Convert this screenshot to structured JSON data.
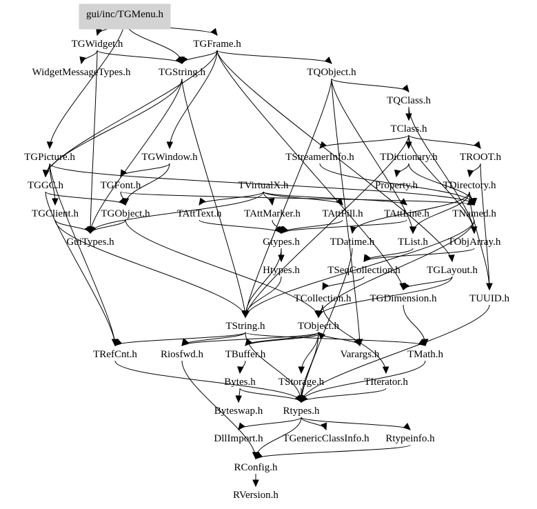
{
  "diagram": {
    "type": "include-dependency-graph",
    "root": "gui/inc/TGMenu.h",
    "root_fill": "#d3d3d3",
    "nodes": [
      {
        "id": "TGMenu",
        "label": "gui/inc/TGMenu.h"
      },
      {
        "id": "TGWidget",
        "label": "TGWidget.h"
      },
      {
        "id": "TGFrame",
        "label": "TGFrame.h"
      },
      {
        "id": "WidgetMessageTypes",
        "label": "WidgetMessageTypes.h"
      },
      {
        "id": "TGString",
        "label": "TGString.h"
      },
      {
        "id": "TQObject",
        "label": "TQObject.h"
      },
      {
        "id": "TQClass",
        "label": "TQClass.h"
      },
      {
        "id": "TClass",
        "label": "TClass.h"
      },
      {
        "id": "TGPicture",
        "label": "TGPicture.h"
      },
      {
        "id": "TGWindow",
        "label": "TGWindow.h"
      },
      {
        "id": "TStreamerInfo",
        "label": "TStreamerInfo.h"
      },
      {
        "id": "TDictionary",
        "label": "TDictionary.h"
      },
      {
        "id": "TROOT",
        "label": "TROOT.h"
      },
      {
        "id": "TGGC",
        "label": "TGGC.h"
      },
      {
        "id": "TGFont",
        "label": "TGFont.h"
      },
      {
        "id": "TVirtualX",
        "label": "TVirtualX.h"
      },
      {
        "id": "Property",
        "label": "Property.h"
      },
      {
        "id": "TDirectory",
        "label": "TDirectory.h"
      },
      {
        "id": "TGClient",
        "label": "TGClient.h"
      },
      {
        "id": "TGObject",
        "label": "TGObject.h"
      },
      {
        "id": "TAttText",
        "label": "TAttText.h"
      },
      {
        "id": "TAttMarker",
        "label": "TAttMarker.h"
      },
      {
        "id": "TAttFill",
        "label": "TAttFill.h"
      },
      {
        "id": "TAttLine",
        "label": "TAttLine.h"
      },
      {
        "id": "TNamed",
        "label": "TNamed.h"
      },
      {
        "id": "GuiTypes",
        "label": "GuiTypes.h"
      },
      {
        "id": "Gtypes",
        "label": "Gtypes.h"
      },
      {
        "id": "TDatime",
        "label": "TDatime.h"
      },
      {
        "id": "TList",
        "label": "TList.h"
      },
      {
        "id": "TObjArray",
        "label": "TObjArray.h"
      },
      {
        "id": "Htypes",
        "label": "Htypes.h"
      },
      {
        "id": "TSeqCollection",
        "label": "TSeqCollection.h"
      },
      {
        "id": "TGLayout",
        "label": "TGLayout.h"
      },
      {
        "id": "TCollection",
        "label": "TCollection.h"
      },
      {
        "id": "TGDimension",
        "label": "TGDimension.h"
      },
      {
        "id": "TUUID",
        "label": "TUUID.h"
      },
      {
        "id": "TString",
        "label": "TString.h"
      },
      {
        "id": "TObject",
        "label": "TObject.h"
      },
      {
        "id": "TRefCnt",
        "label": "TRefCnt.h"
      },
      {
        "id": "Riosfwd",
        "label": "Riosfwd.h"
      },
      {
        "id": "TBuffer",
        "label": "TBuffer.h"
      },
      {
        "id": "Varargs",
        "label": "Varargs.h"
      },
      {
        "id": "TMath",
        "label": "TMath.h"
      },
      {
        "id": "Bytes",
        "label": "Bytes.h"
      },
      {
        "id": "TStorage",
        "label": "TStorage.h"
      },
      {
        "id": "TIterator",
        "label": "TIterator.h"
      },
      {
        "id": "Byteswap",
        "label": "Byteswap.h"
      },
      {
        "id": "Rtypes",
        "label": "Rtypes.h"
      },
      {
        "id": "DllImport",
        "label": "DllImport.h"
      },
      {
        "id": "TGenericClassInfo",
        "label": "TGenericClassInfo.h"
      },
      {
        "id": "Rtypeinfo",
        "label": "Rtypeinfo.h"
      },
      {
        "id": "RConfig",
        "label": "RConfig.h"
      },
      {
        "id": "RVersion",
        "label": "RVersion.h"
      }
    ],
    "edges": [
      [
        "TGMenu",
        "TGWidget"
      ],
      [
        "TGMenu",
        "TGFrame"
      ],
      [
        "TGMenu",
        "TGString"
      ],
      [
        "TGMenu",
        "TGPicture"
      ],
      [
        "TGWidget",
        "WidgetMessageTypes"
      ],
      [
        "TGWidget",
        "TGString"
      ],
      [
        "TGWidget",
        "GuiTypes"
      ],
      [
        "TGFrame",
        "TGString"
      ],
      [
        "TGFrame",
        "TQObject"
      ],
      [
        "TGFrame",
        "TGWindow"
      ],
      [
        "TGFrame",
        "TGGC"
      ],
      [
        "TGFrame",
        "TGDimension"
      ],
      [
        "TGFrame",
        "TGLayout"
      ],
      [
        "TGString",
        "TGGC"
      ],
      [
        "TGString",
        "TString"
      ],
      [
        "TGString",
        "GuiTypes"
      ],
      [
        "TQObject",
        "TQClass"
      ],
      [
        "TQObject",
        "TList"
      ],
      [
        "TQObject",
        "TString"
      ],
      [
        "TQObject",
        "Varargs"
      ],
      [
        "TQClass",
        "TClass"
      ],
      [
        "TQClass",
        "TObjArray"
      ],
      [
        "TClass",
        "TStreamerInfo"
      ],
      [
        "TClass",
        "TDictionary"
      ],
      [
        "TClass",
        "TROOT"
      ],
      [
        "TClass",
        "TObjArray"
      ],
      [
        "TClass",
        "TString"
      ],
      [
        "TStreamerInfo",
        "TNamed"
      ],
      [
        "TDictionary",
        "Property"
      ],
      [
        "TDictionary",
        "TNamed"
      ],
      [
        "TROOT",
        "TDirectory"
      ],
      [
        "TROOT",
        "TUUID"
      ],
      [
        "TDirectory",
        "TNamed"
      ],
      [
        "TDirectory",
        "TDatime"
      ],
      [
        "TDirectory",
        "TList"
      ],
      [
        "TDirectory",
        "TUUID"
      ],
      [
        "TGPicture",
        "TGGC"
      ],
      [
        "TGPicture",
        "TGClient"
      ],
      [
        "TGPicture",
        "TRefCnt"
      ],
      [
        "TGPicture",
        "TNamed"
      ],
      [
        "TGWindow",
        "TGObject"
      ],
      [
        "TGWindow",
        "TGFont"
      ],
      [
        "TGGC",
        "TGObject"
      ],
      [
        "TGGC",
        "TRefCnt"
      ],
      [
        "TGFont",
        "TGObject"
      ],
      [
        "TGFont",
        "TNamed"
      ],
      [
        "TVirtualX",
        "TAttMarker"
      ],
      [
        "TVirtualX",
        "TAttFill"
      ],
      [
        "TVirtualX",
        "TAttLine"
      ],
      [
        "TVirtualX",
        "TAttText"
      ],
      [
        "TVirtualX",
        "GuiTypes"
      ],
      [
        "TGClient",
        "GuiTypes"
      ],
      [
        "TGClient",
        "TString"
      ],
      [
        "TGObject",
        "GuiTypes"
      ],
      [
        "TGObject",
        "TObject"
      ],
      [
        "TAttText",
        "Gtypes"
      ],
      [
        "TAttMarker",
        "Gtypes"
      ],
      [
        "TAttFill",
        "Gtypes"
      ],
      [
        "TAttLine",
        "Gtypes"
      ],
      [
        "Gtypes",
        "Htypes"
      ],
      [
        "Gtypes",
        "TString"
      ],
      [
        "Htypes",
        "TString"
      ],
      [
        "TNamed",
        "TObject"
      ],
      [
        "TNamed",
        "TString"
      ],
      [
        "TList",
        "TSeqCollection"
      ],
      [
        "TObjArray",
        "TSeqCollection"
      ],
      [
        "TSeqCollection",
        "TCollection"
      ],
      [
        "TCollection",
        "TObject"
      ],
      [
        "TCollection",
        "TIterator"
      ],
      [
        "TGLayout",
        "TGDimension"
      ],
      [
        "TGLayout",
        "TObject"
      ],
      [
        "TDatime",
        "Rtypes"
      ],
      [
        "TUUID",
        "Rtypes"
      ],
      [
        "TGDimension",
        "TMath"
      ],
      [
        "TString",
        "TRefCnt"
      ],
      [
        "TString",
        "Riosfwd"
      ],
      [
        "TString",
        "TMath"
      ],
      [
        "TString",
        "Rtypes"
      ],
      [
        "TObject",
        "Rtypes"
      ],
      [
        "TObject",
        "Varargs"
      ],
      [
        "TObject",
        "TStorage"
      ],
      [
        "TObject",
        "Riosfwd"
      ],
      [
        "TObject",
        "TBuffer"
      ],
      [
        "TBuffer",
        "Bytes"
      ],
      [
        "TBuffer",
        "TObject"
      ],
      [
        "Bytes",
        "Byteswap"
      ],
      [
        "Bytes",
        "Rtypes"
      ],
      [
        "TStorage",
        "Rtypes"
      ],
      [
        "TIterator",
        "Rtypes"
      ],
      [
        "TMath",
        "Rtypes"
      ],
      [
        "TRefCnt",
        "Rtypes"
      ],
      [
        "Rtypes",
        "DllImport"
      ],
      [
        "Rtypes",
        "TGenericClassInfo"
      ],
      [
        "Rtypes",
        "Rtypeinfo"
      ],
      [
        "Rtypes",
        "RConfig"
      ],
      [
        "Riosfwd",
        "RConfig"
      ],
      [
        "Rtypeinfo",
        "RConfig"
      ],
      [
        "RConfig",
        "RVersion"
      ]
    ]
  }
}
